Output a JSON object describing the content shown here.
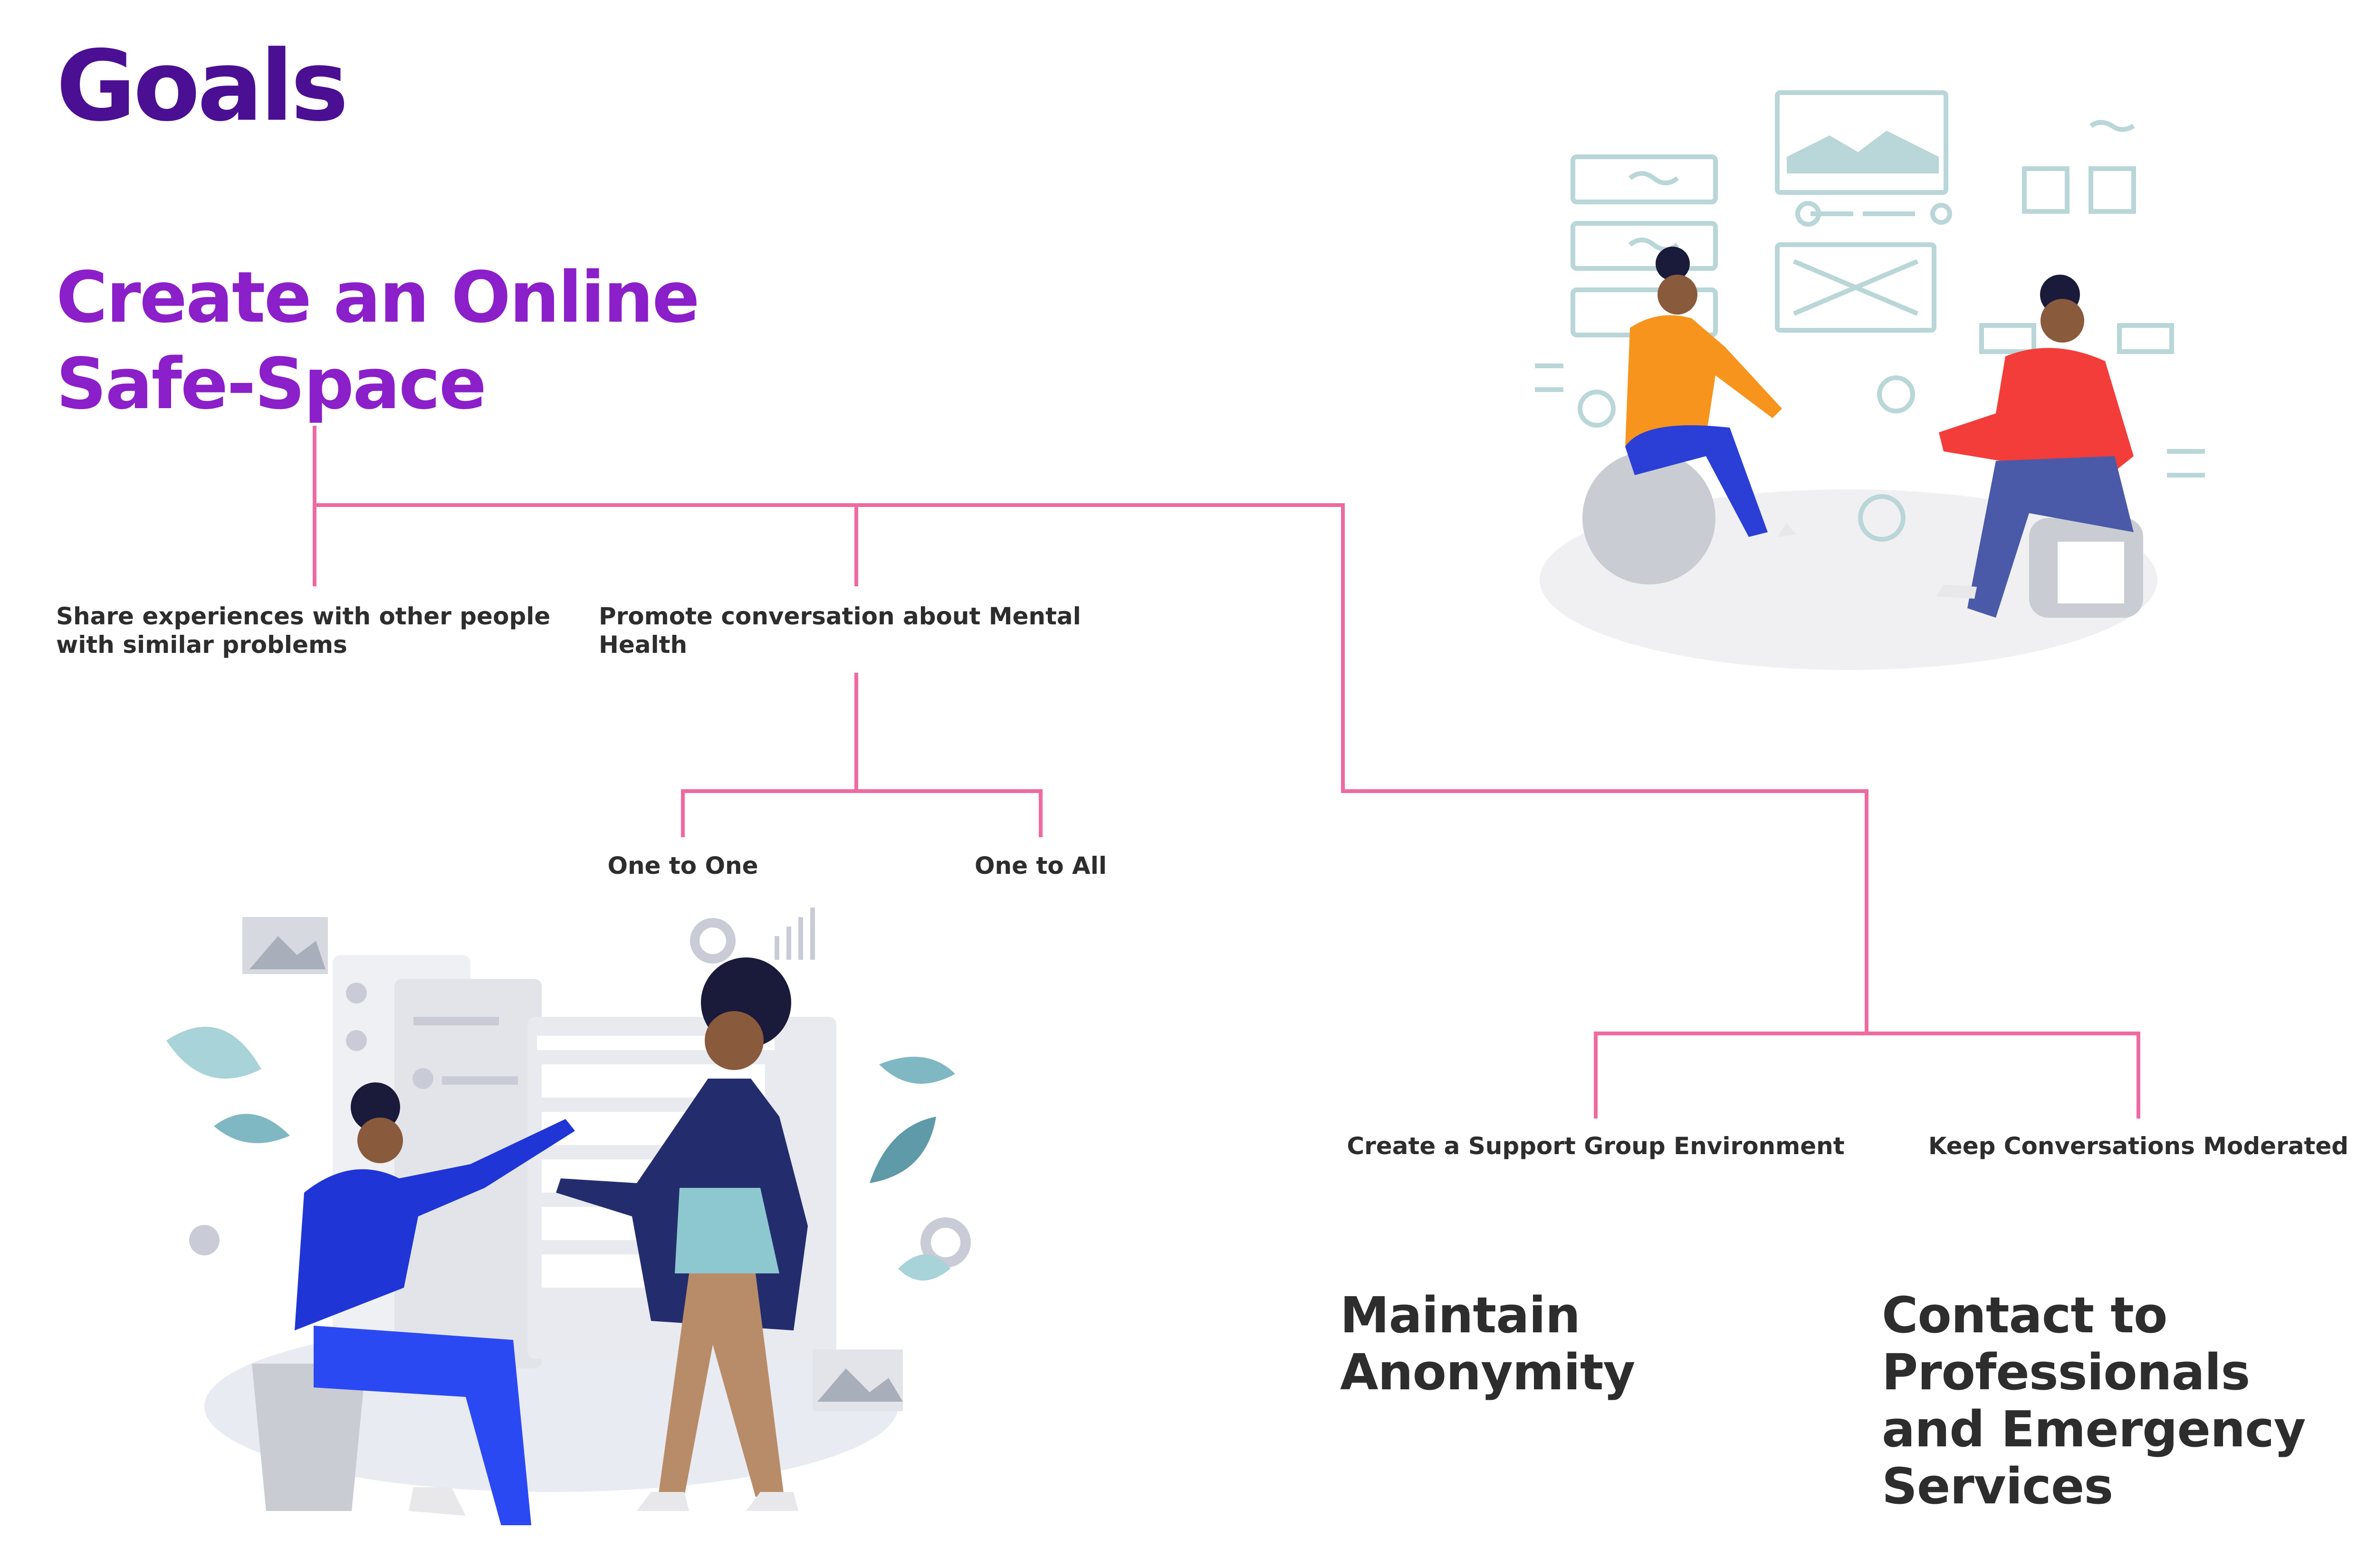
{
  "title": "Goals",
  "main_goal": {
    "line1": "Create an Online",
    "line2": "Safe-Space"
  },
  "branches": {
    "share": {
      "line1": "Share experiences with other people",
      "line2": "with similar problems"
    },
    "promote": {
      "line1": "Promote conversation about Mental",
      "line2": "Health",
      "one_to_one": "One to One",
      "one_to_all": "One to All"
    },
    "support_group": "Create a Support Group Environment",
    "moderated": "Keep Conversations Moderated"
  },
  "outcomes": {
    "anonymity": {
      "line1": "Maintain",
      "line2": "Anonymity"
    },
    "contact": {
      "line1": "Contact to",
      "line2": "Professionals",
      "line3": "and Emergency",
      "line4": "Services"
    }
  },
  "colors": {
    "title": "#4b0f93",
    "main_goal": "#8b1fc9",
    "connector": "#ee6aa0",
    "text": "#2d2d2d"
  }
}
